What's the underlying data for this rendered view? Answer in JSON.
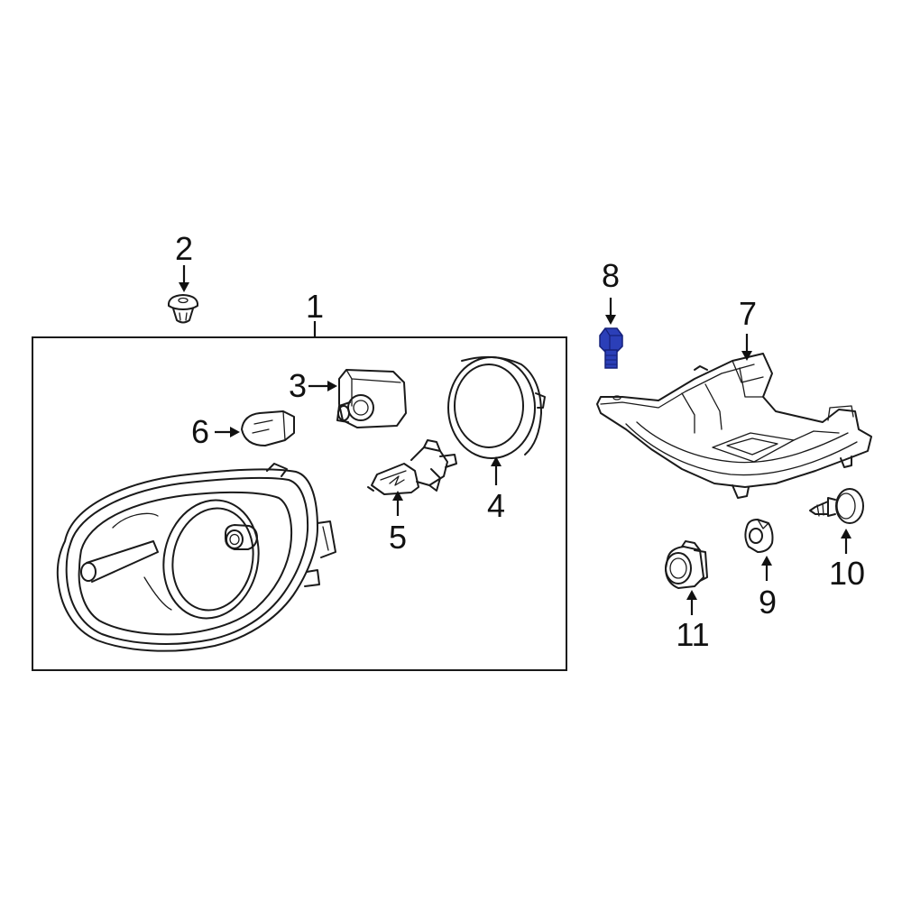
{
  "diagram": {
    "callouts": [
      {
        "id": "1",
        "label": "1"
      },
      {
        "id": "2",
        "label": "2"
      },
      {
        "id": "3",
        "label": "3"
      },
      {
        "id": "4",
        "label": "4"
      },
      {
        "id": "5",
        "label": "5"
      },
      {
        "id": "6",
        "label": "6"
      },
      {
        "id": "7",
        "label": "7"
      },
      {
        "id": "8",
        "label": "8"
      },
      {
        "id": "9",
        "label": "9"
      },
      {
        "id": "10",
        "label": "10"
      },
      {
        "id": "11",
        "label": "11"
      }
    ],
    "highlighted_part": "8",
    "colors": {
      "line": "#1a1a1a",
      "highlight": "#2b3fb8",
      "highlight_dark": "#15207a",
      "background": "#ffffff"
    }
  }
}
